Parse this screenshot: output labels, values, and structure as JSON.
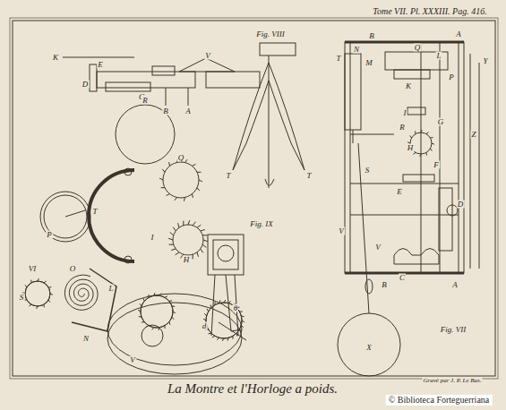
{
  "diagram": {
    "caption": "La Montre et l'Horloge a poids.",
    "labels": [
      "Tome VII. Pl. XXXIII. Pag. 416.",
      "Gravé par J. P. Le Bas.",
      "© Biblioteca Forteguerriana",
      "K",
      "E",
      "D",
      "C",
      "B",
      "A",
      "V",
      "R",
      "P",
      "T",
      "Q",
      "I",
      "H",
      "VI",
      "S",
      "O",
      "L",
      "N",
      "V",
      "θ",
      "Fig. VIII",
      "T",
      "T",
      "Fig. IX",
      "d",
      "B",
      "A",
      "N",
      "T",
      "M",
      "Q",
      "L",
      "P",
      "K",
      "I",
      "R",
      "G",
      "H",
      "F",
      "E",
      "S",
      "V",
      "V",
      "X",
      "C",
      "D",
      "B",
      "A",
      "Y",
      "Z",
      "Fig. VII"
    ]
  }
}
